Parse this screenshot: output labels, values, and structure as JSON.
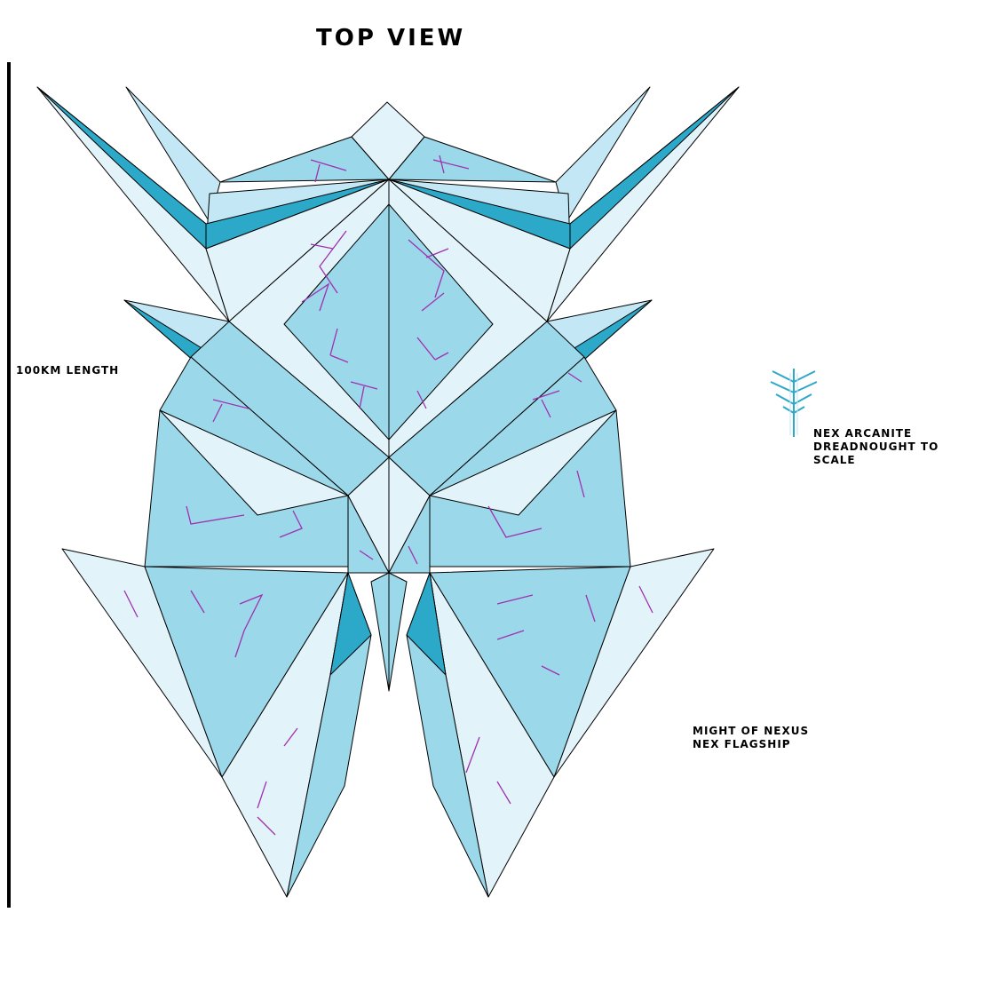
{
  "title": "TOP VIEW",
  "scale": {
    "label": "100KM LENGTH"
  },
  "dreadnought": {
    "line1": "NEX ARCANITE",
    "line2": "DREADNOUGHT TO",
    "line3": "SCALE"
  },
  "flagship": {
    "line1": "MIGHT OF NEXUS",
    "line2": "NEX FLAGSHIP"
  },
  "colors": {
    "light": "#e3f3fa",
    "pale": "#c3e7f4",
    "mid": "#9bd8ea",
    "dark": "#2ca8c8",
    "vein": "#a030b0",
    "outline": "#000000"
  }
}
